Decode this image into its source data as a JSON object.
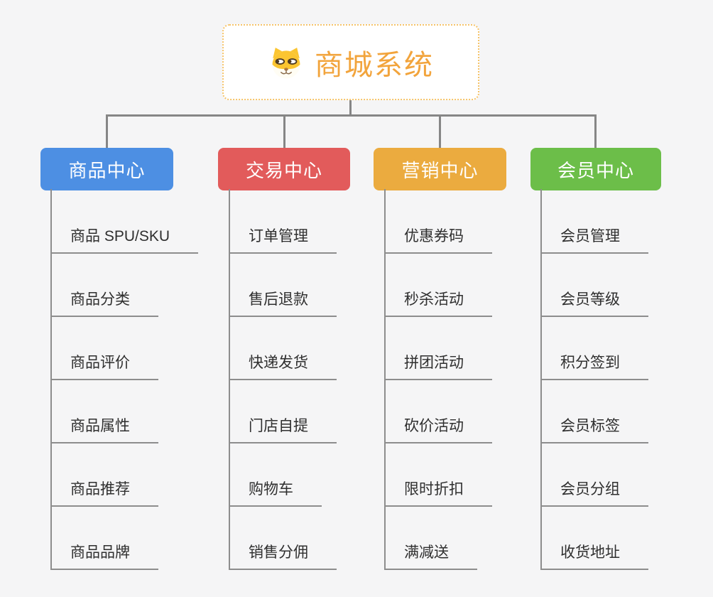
{
  "root": {
    "label": "商城系统",
    "icon": "dog-icon",
    "text_color": "#f2a43c",
    "border_color": "#f6c46a"
  },
  "connector_color": "#868686",
  "branches": [
    {
      "label": "商品中心",
      "color": "#4d8fe3",
      "children": [
        "商品 SPU/SKU",
        "商品分类",
        "商品评价",
        "商品属性",
        "商品推荐",
        "商品品牌"
      ]
    },
    {
      "label": "交易中心",
      "color": "#e25b5b",
      "children": [
        "订单管理",
        "售后退款",
        "快递发货",
        "门店自提",
        "购物车",
        "销售分佣"
      ]
    },
    {
      "label": "营销中心",
      "color": "#ebab3f",
      "children": [
        "优惠券码",
        "秒杀活动",
        "拼团活动",
        "砍价活动",
        "限时折扣",
        "满减送"
      ]
    },
    {
      "label": "会员中心",
      "color": "#6cbe49",
      "children": [
        "会员管理",
        "会员等级",
        "积分签到",
        "会员标签",
        "会员分组",
        "收货地址"
      ]
    }
  ]
}
